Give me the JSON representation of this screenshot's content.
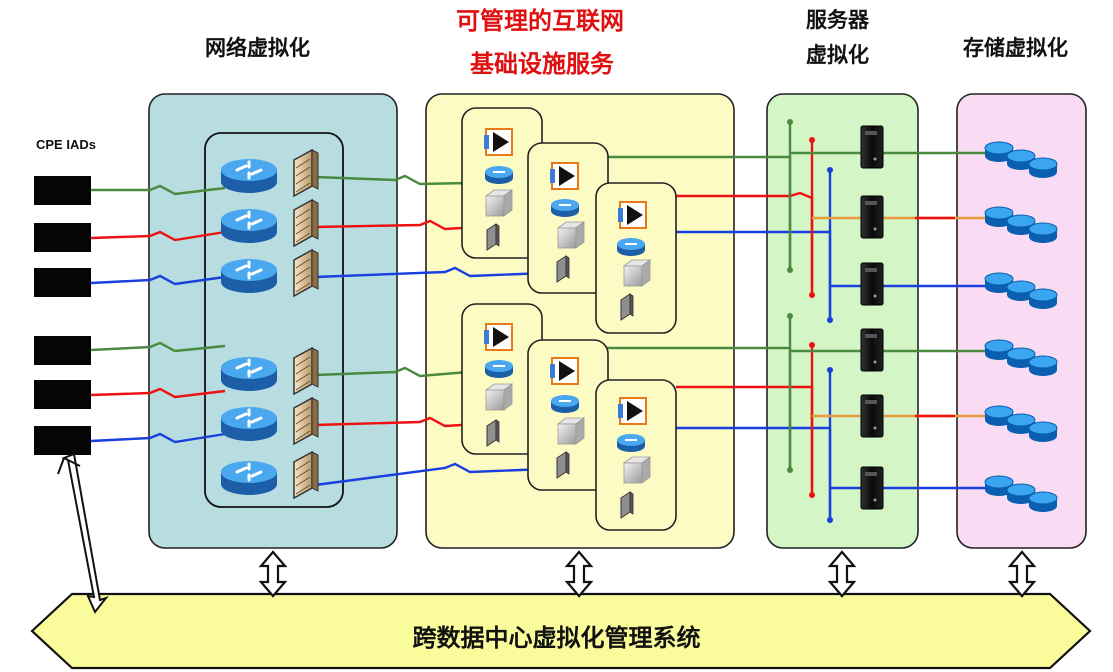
{
  "headers": {
    "network": "网络虚拟化",
    "infra_line1": "可管理的互联网",
    "infra_line2": "基础设施服务",
    "server_line1": "服务器",
    "server_line2": "虚拟化",
    "storage": "存储虚拟化"
  },
  "cpe_label": "CPE IADs",
  "banner": "跨数据中心虚拟化管理系统",
  "colors": {
    "network_panel": "#b7dde0",
    "infra_panel": "#fdfbc4",
    "server_panel": "#d4f5c6",
    "storage_panel": "#f9dcf4",
    "banner_fill": "#fafc9c",
    "link_green": "#4a8a3e",
    "link_red": "#ee1111",
    "link_blue": "#1a3fe0",
    "link_orange": "#e69a3a",
    "router": "#2f86d6",
    "disk": "#1e8fe0"
  },
  "icons": [
    "cpe-device-icon",
    "router-icon",
    "firewall-icon",
    "load-balancer-icon",
    "switch-icon",
    "server-icon",
    "storage-disk-icon",
    "bidirectional-arrow-icon"
  ]
}
